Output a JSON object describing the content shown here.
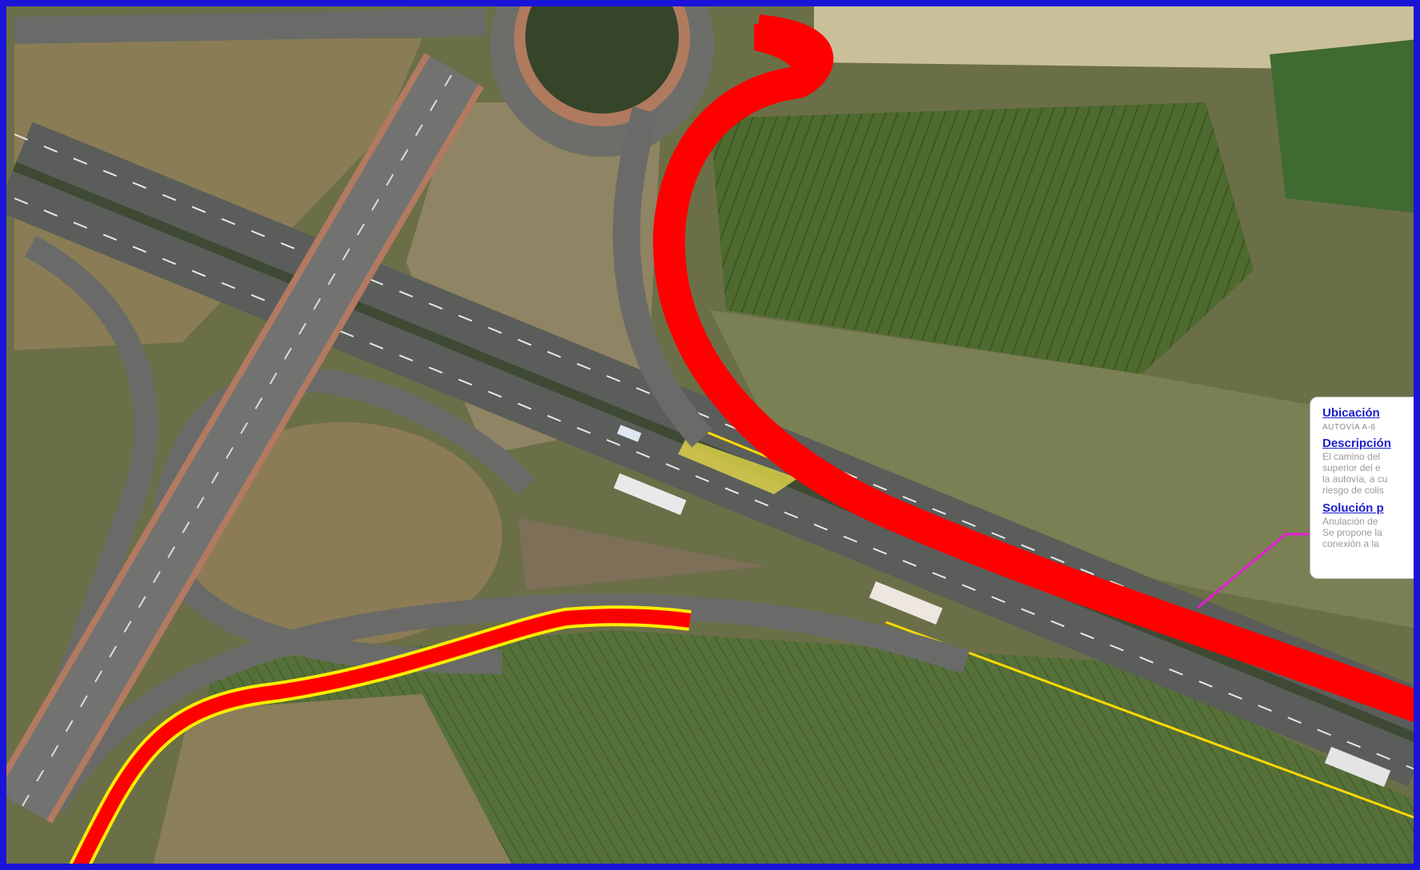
{
  "map": {
    "features": [
      "roundabout",
      "highway-a6",
      "overpass",
      "access-ramps",
      "irrigated-fields"
    ],
    "colors": {
      "highlight_route": "#ff0000",
      "route_outline": "#ffee00",
      "leader_line": "#e61fd0",
      "frame": "#1a14d8"
    }
  },
  "panel": {
    "location_heading": "Ubicación",
    "location_text": "AUTOVÍA A-6",
    "description_heading": "Descripción",
    "description_lines": [
      "El camino del",
      "superior del e",
      "la autovía, a cu",
      "riesgo de colis"
    ],
    "solution_heading": "Solución p",
    "solution_lines": [
      "Anulación de",
      "Se propone la",
      "conexión a la"
    ]
  }
}
